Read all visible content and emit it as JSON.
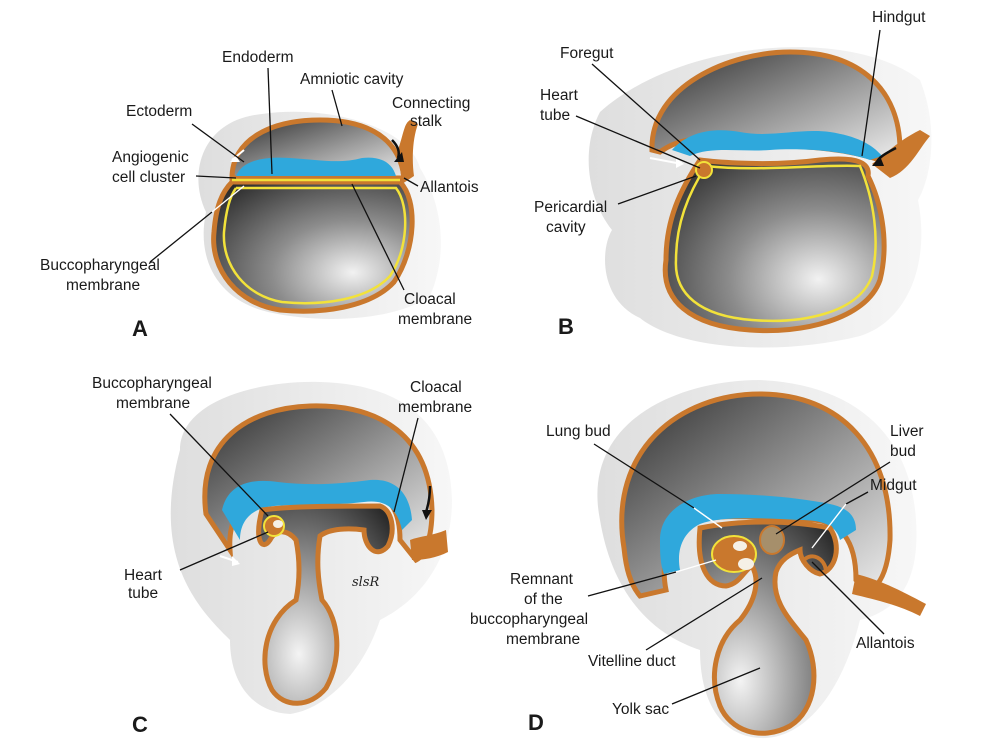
{
  "panels": {
    "A": {
      "letter": "A",
      "labels": {
        "endoderm": "Endoderm",
        "amniotic_cavity": "Amniotic cavity",
        "ectoderm": "Ectoderm",
        "connecting_stalk_1": "Connecting",
        "connecting_stalk_2": "stalk",
        "angiogenic_1": "Angiogenic",
        "angiogenic_2": "cell cluster",
        "allantois": "Allantois",
        "buccopharyngeal_1": "Buccopharyngeal",
        "buccopharyngeal_2": "membrane",
        "cloacal_1": "Cloacal",
        "cloacal_2": "membrane"
      }
    },
    "B": {
      "letter": "B",
      "labels": {
        "foregut": "Foregut",
        "hindgut": "Hindgut",
        "heart_tube_1": "Heart",
        "heart_tube_2": "tube",
        "pericardial_1": "Pericardial",
        "pericardial_2": "cavity"
      }
    },
    "C": {
      "letter": "C",
      "labels": {
        "buccopharyngeal_1": "Buccopharyngeal",
        "buccopharyngeal_2": "membrane",
        "cloacal_1": "Cloacal",
        "cloacal_2": "membrane",
        "heart_tube_1": "Heart",
        "heart_tube_2": "tube"
      },
      "signature": "slsR"
    },
    "D": {
      "letter": "D",
      "labels": {
        "lung_bud": "Lung bud",
        "liver_bud_1": "Liver",
        "liver_bud_2": "bud",
        "midgut": "Midgut",
        "remnant_1": "Remnant",
        "remnant_2": "of the",
        "remnant_3": "buccopharyngeal",
        "remnant_4": "membrane",
        "allantois": "Allantois",
        "vitelline_duct": "Vitelline duct",
        "yolk_sac": "Yolk sac"
      }
    }
  },
  "colors": {
    "ectoderm": "#c9782d",
    "endoderm": "#f2e23a",
    "amnion_blue": "#2fa8dc",
    "cavity_dark": "#3a3a3a",
    "shadow_light": "#e6e6e6"
  }
}
